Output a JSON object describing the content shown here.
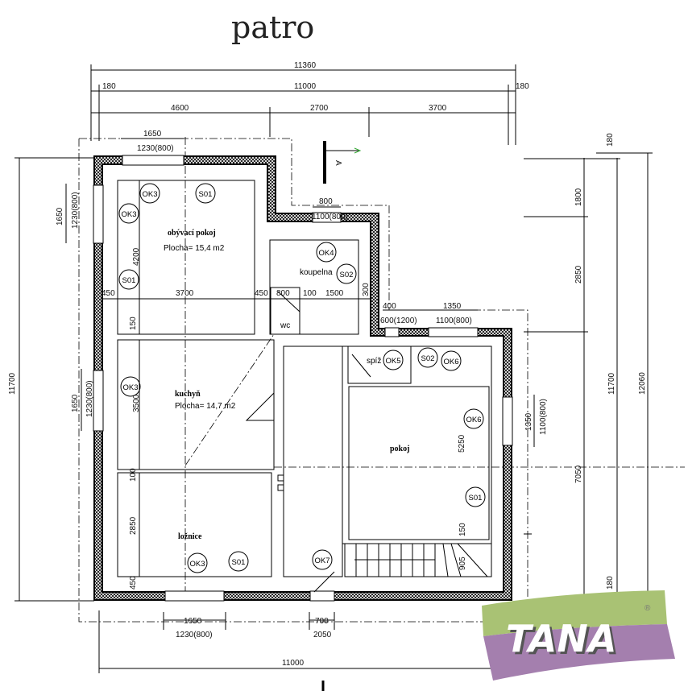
{
  "title": "patro",
  "section_mark": "A",
  "rooms": {
    "living": {
      "name": "obývací pokoj",
      "area": "Plocha= 15,4 m2"
    },
    "bathroom": {
      "name": "koupelna"
    },
    "wc": {
      "name": "wc"
    },
    "kitchen": {
      "name": "kuchyň",
      "area": "Plocha= 14,7 m2"
    },
    "pantry": {
      "name": "spíž"
    },
    "room": {
      "name": "pokoj"
    },
    "bedroom": {
      "name": "ložnice"
    }
  },
  "tags": [
    "OK3",
    "S01",
    "OK3",
    "S01",
    "OK4",
    "S02",
    "OK3",
    "OK5",
    "S02",
    "OK6",
    "OK6",
    "S01",
    "OK3",
    "S01",
    "OK7"
  ],
  "dims_top": [
    "11360",
    "180",
    "11000",
    "180",
    "4600",
    "2700",
    "3700",
    "1650",
    "1230(800)",
    "800",
    "1100(800)",
    "400",
    "600(1200)",
    "1350",
    "1100(800)"
  ],
  "dims_interior": [
    "4200",
    "450",
    "3700",
    "450",
    "800",
    "100",
    "1500",
    "300",
    "150",
    "3500",
    "100",
    "2850",
    "450",
    "5250",
    "150",
    "905"
  ],
  "dims_left": [
    "11700",
    "1650",
    "1230(800)",
    "1650",
    "1230(800)"
  ],
  "dims_right": [
    "180",
    "1800",
    "2850",
    "7050",
    "180",
    "11700",
    "12060",
    "1350",
    "1100(800)"
  ],
  "dims_bottom": [
    "1650",
    "1230(800)",
    "700",
    "2050",
    "11000"
  ],
  "logo": {
    "text": "TANA",
    "mark": "®",
    "colors": {
      "green": "#a9c274",
      "purple": "#a47fae"
    }
  }
}
